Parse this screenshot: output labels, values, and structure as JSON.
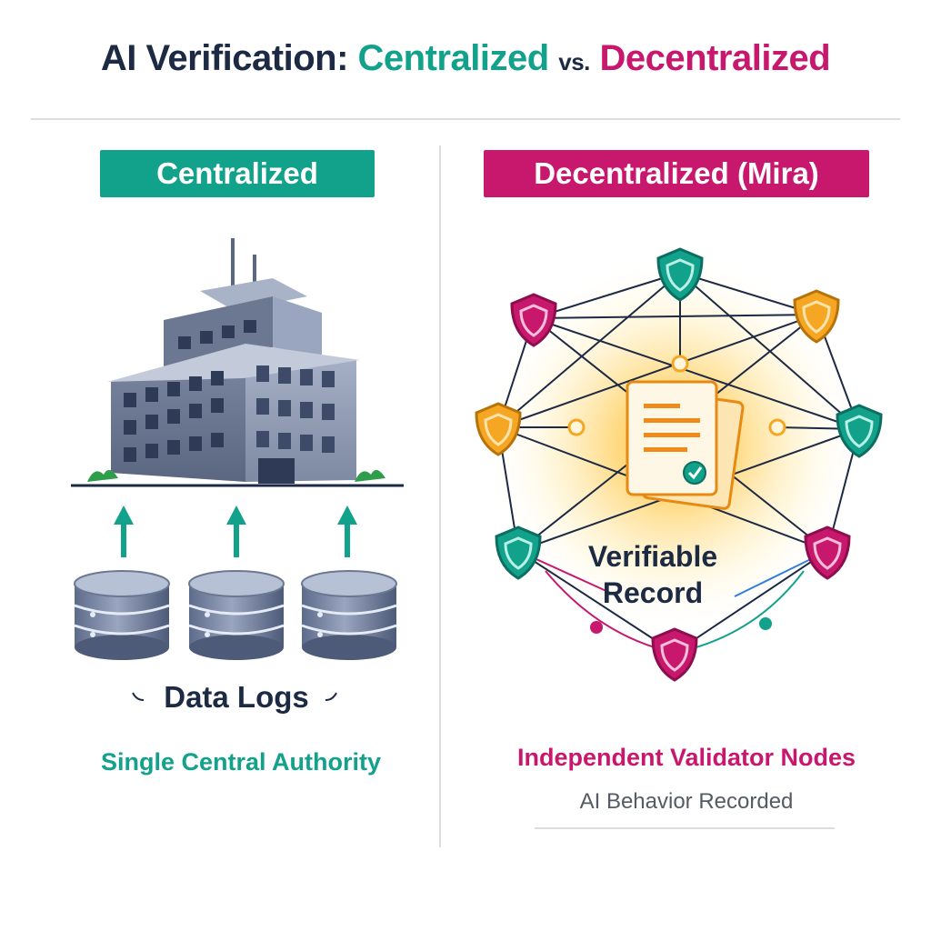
{
  "title": {
    "main": "AI Verification:",
    "left": "Centralized",
    "vs": "vs.",
    "right": "Decentralized"
  },
  "left_panel": {
    "badge": "Centralized",
    "icons": [
      "office-building-icon",
      "up-arrow-icon",
      "database-icon"
    ],
    "data_caption": "Data Logs",
    "authority_caption": "Single Central Authority"
  },
  "right_panel": {
    "badge": "Decentralized (Mira)",
    "icons": [
      "shield-icon",
      "document-icon",
      "checkmark-seal-icon"
    ],
    "record_line1": "Verifiable",
    "record_line2": "Record",
    "validators_caption": "Independent Validator Nodes",
    "behavior_caption": "AI Behavior Recorded"
  },
  "colors": {
    "teal": "#12a18b",
    "magenta": "#c8186e",
    "navy": "#1d2a44",
    "amber": "#f5a623",
    "building": "#6c7891",
    "database": "#7d8aa6"
  }
}
